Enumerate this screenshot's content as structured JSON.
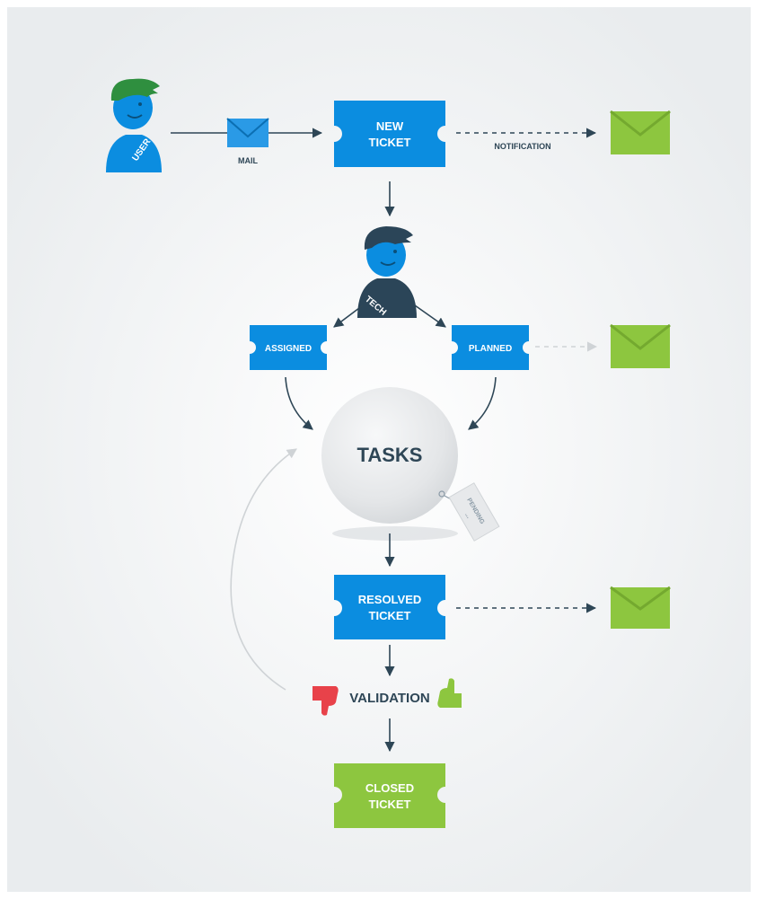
{
  "nodes": {
    "user": {
      "label": "USER",
      "icon": "user-person-icon"
    },
    "mail": {
      "label": "MAIL",
      "icon": "mail-envelope-icon"
    },
    "new_ticket": {
      "line1": "NEW",
      "line2": "TICKET"
    },
    "notification": {
      "label": "NOTIFICATION"
    },
    "tech": {
      "label": "TECH",
      "icon": "tech-person-icon"
    },
    "assigned": {
      "label": "ASSIGNED"
    },
    "planned": {
      "label": "PLANNED"
    },
    "tasks": {
      "label": "TASKS"
    },
    "pending": {
      "label": "PENDING",
      "sub": "..."
    },
    "resolved_ticket": {
      "line1": "RESOLVED",
      "line2": "TICKET"
    },
    "validation": {
      "label": "VALIDATION",
      "reject_icon": "thumbs-down-icon",
      "approve_icon": "thumbs-up-icon"
    },
    "closed_ticket": {
      "line1": "CLOSED",
      "line2": "TICKET"
    }
  },
  "colors": {
    "ticket_blue": "#0b8de0",
    "ticket_green": "#8dc63f",
    "arrow_dark": "#2e4656",
    "arrow_light": "#cfd3d6",
    "tasks_text": "#2e4656",
    "thumb_down": "#e8424a",
    "thumb_up": "#8dc63f",
    "envelope_green": "#8dc63f"
  }
}
